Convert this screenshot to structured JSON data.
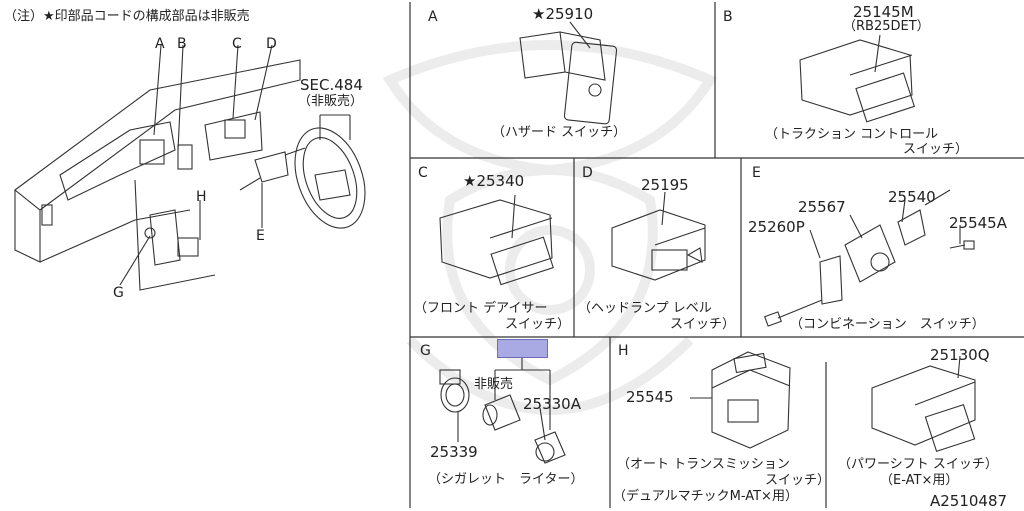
{
  "header_note": "（注）★印部品コードの構成部品は非販売",
  "overview": {
    "callouts": [
      "A",
      "B",
      "C",
      "D",
      "E",
      "G",
      "H"
    ],
    "sec_label": "SEC.484",
    "sec_note": "（非販売）"
  },
  "panels": {
    "A": {
      "letter": "A",
      "part_no": "★25910",
      "caption": "（ハザード スイッチ）"
    },
    "B": {
      "letter": "B",
      "part_no": "25145M",
      "variant": "（RB25DET）",
      "caption_line1": "（トラクション コントロール",
      "caption_line2": "スイッチ）"
    },
    "C": {
      "letter": "C",
      "part_no": "★25340",
      "caption_line1": "（フロント デアイサー",
      "caption_line2": "スイッチ）"
    },
    "D": {
      "letter": "D",
      "part_no": "25195",
      "caption_line1": "（ヘッドランプ レベル",
      "caption_line2": "スイッチ）"
    },
    "E": {
      "letter": "E",
      "part_nos": [
        "25567",
        "25540",
        "25260P",
        "25545A"
      ],
      "caption": "（コンビネーション　スイッチ）"
    },
    "G": {
      "letter": "G",
      "not_for_sale": "非販売",
      "part_nos": [
        "25330A",
        "25339"
      ],
      "caption": "（シガレット　ライター）"
    },
    "H": {
      "letter": "H",
      "part_nos": [
        "25545",
        "25130Q"
      ],
      "caption_left_line1": "（オート トランスミッション",
      "caption_left_line2": "スイッチ）",
      "caption_left_line3": "（デュアルマチックM-AT×用）",
      "caption_right_line1": "（パワーシフト スイッチ）",
      "caption_right_line2": "（E-AT×用）"
    }
  },
  "diagram_code": "A2510487"
}
